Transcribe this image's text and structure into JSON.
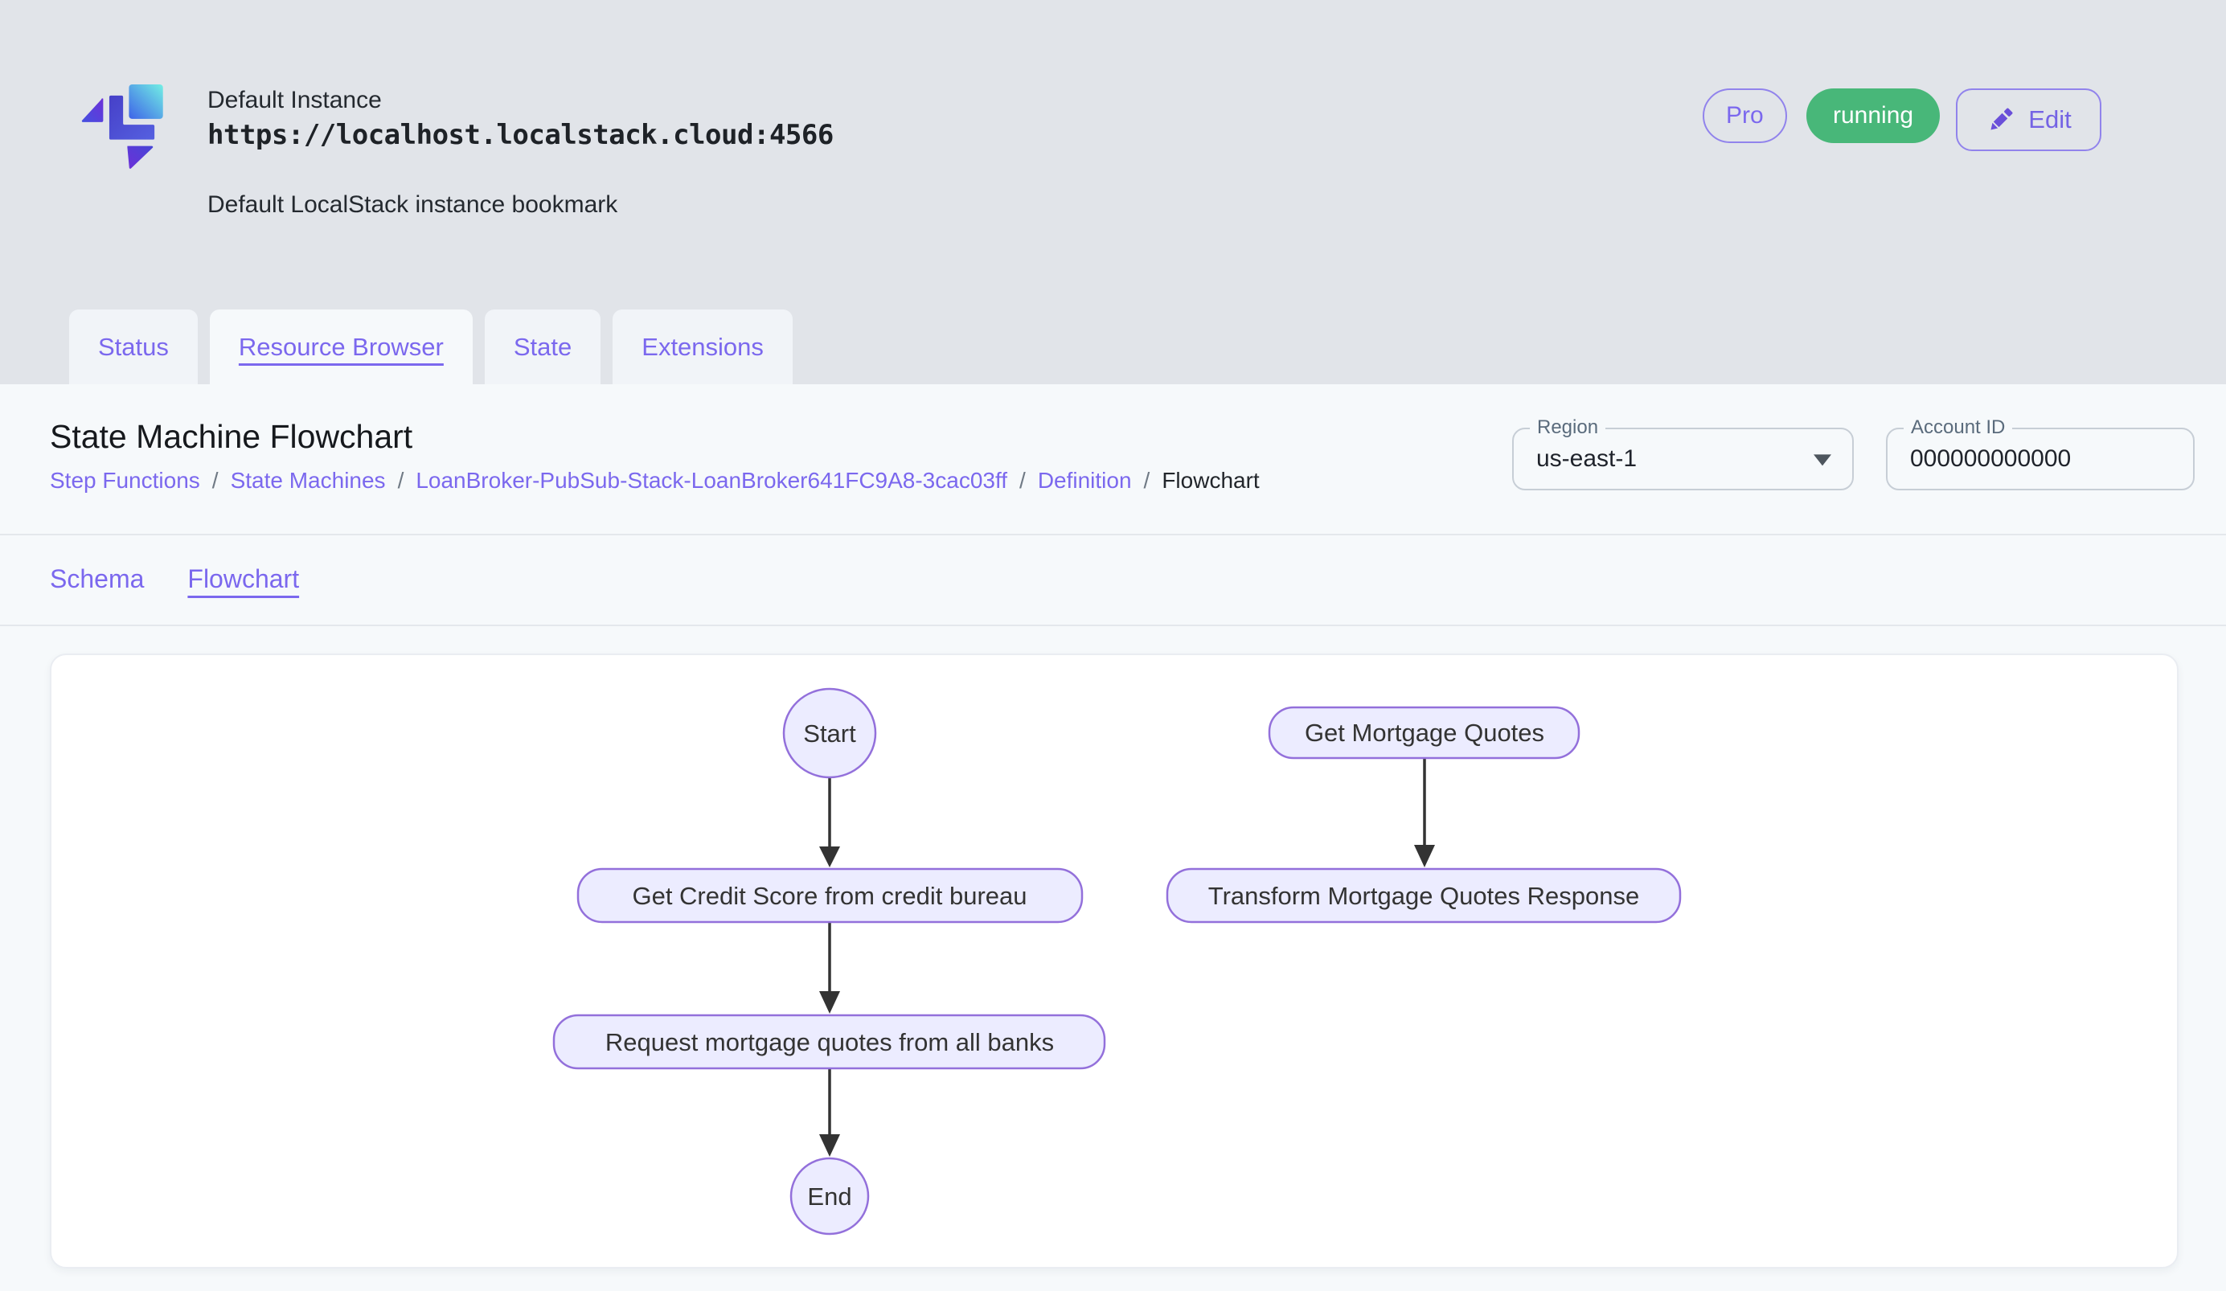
{
  "header": {
    "title": "Default Instance",
    "url": "https://localhost.localstack.cloud:4566",
    "subtitle": "Default LocalStack instance bookmark",
    "plan_badge": "Pro",
    "status_badge": "running",
    "edit_button": "Edit"
  },
  "tabs": [
    {
      "label": "Status",
      "active": false
    },
    {
      "label": "Resource Browser",
      "active": true
    },
    {
      "label": "State",
      "active": false
    },
    {
      "label": "Extensions",
      "active": false
    }
  ],
  "page": {
    "title": "State Machine Flowchart",
    "separator": "/",
    "breadcrumb": [
      {
        "label": "Step Functions",
        "current": false
      },
      {
        "label": "State Machines",
        "current": false
      },
      {
        "label": "LoanBroker-PubSub-Stack-LoanBroker641FC9A8-3cac03ff",
        "current": false
      },
      {
        "label": "Definition",
        "current": false
      },
      {
        "label": "Flowchart",
        "current": true
      }
    ],
    "region_field": {
      "label": "Region",
      "value": "us-east-1"
    },
    "account_field": {
      "label": "Account ID",
      "value": "000000000000"
    }
  },
  "subtabs": [
    {
      "label": "Schema",
      "active": false
    },
    {
      "label": "Flowchart",
      "active": true
    }
  ],
  "flowchart": {
    "nodes": {
      "start": {
        "label": "Start",
        "shape": "ellipse"
      },
      "credit": {
        "label": "Get Credit Score from credit bureau",
        "shape": "rounded-rect"
      },
      "request": {
        "label": "Request mortgage quotes from all banks",
        "shape": "rounded-rect"
      },
      "end": {
        "label": "End",
        "shape": "ellipse"
      },
      "quotes": {
        "label": "Get Mortgage Quotes",
        "shape": "rounded-rect"
      },
      "transform": {
        "label": "Transform Mortgage Quotes Response",
        "shape": "rounded-rect"
      }
    },
    "edges": [
      {
        "from": "start",
        "to": "credit"
      },
      {
        "from": "credit",
        "to": "request"
      },
      {
        "from": "request",
        "to": "end"
      },
      {
        "from": "quotes",
        "to": "transform"
      }
    ]
  },
  "colors": {
    "accent_purple": "#7B68EE",
    "status_green": "#48B779",
    "node_fill": "#ECECFF",
    "node_stroke": "#9370DB",
    "edge_stroke": "#333333",
    "header_bg": "#E1E4E9",
    "panel_bg": "#F6F9FB"
  }
}
